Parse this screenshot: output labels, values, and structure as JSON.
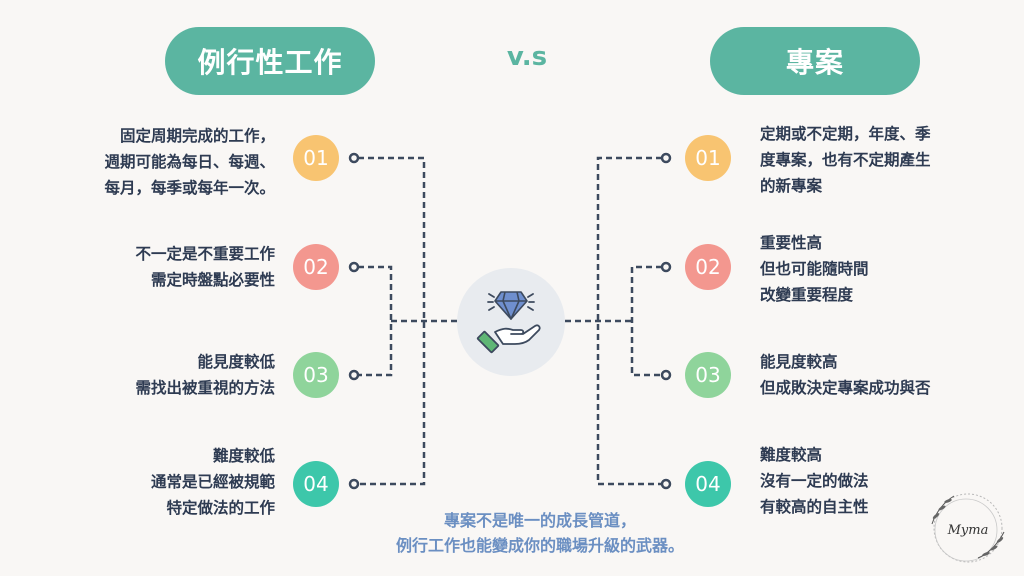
{
  "header": {
    "left_title": "例行性工作",
    "vs_label": "v.s",
    "right_title": "專案"
  },
  "colors": {
    "title_pill": "#5bb5a1",
    "text": "#2e3b52",
    "footer_text": "#6b8fc2",
    "connector": "#3d4a5e",
    "badge_01": "#f8c471",
    "badge_02": "#f3978f",
    "badge_03": "#8fd49b",
    "badge_04": "#3dc7aa"
  },
  "left_items": [
    {
      "badge": "01",
      "lines": [
        "固定周期完成的工作，",
        "週期可能為每日、每週、",
        "每月，每季或每年一次。"
      ]
    },
    {
      "badge": "02",
      "lines": [
        "不一定是不重要工作",
        "需定時盤點必要性"
      ]
    },
    {
      "badge": "03",
      "lines": [
        "能見度較低",
        "需找出被重視的方法"
      ]
    },
    {
      "badge": "04",
      "lines": [
        "難度較低",
        "通常是已經被規範",
        "特定做法的工作"
      ]
    }
  ],
  "right_items": [
    {
      "badge": "01",
      "lines": [
        "定期或不定期，年度、季",
        "度專案，也有不定期產生",
        "的新專案"
      ]
    },
    {
      "badge": "02",
      "lines": [
        "重要性高",
        "但也可能隨時間",
        "改變重要程度"
      ]
    },
    {
      "badge": "03",
      "lines": [
        "能見度較高",
        "但成敗決定專案成功與否"
      ]
    },
    {
      "badge": "04",
      "lines": [
        "難度較高",
        "沒有一定的做法",
        "有較高的自主性"
      ]
    }
  ],
  "center_icon": "diamond-in-hand-icon",
  "footer": {
    "lines": [
      "專案不是唯一的成長管道，",
      "例行工作也能變成你的職場升級的武器。"
    ]
  },
  "logo": {
    "text": "Myma",
    "icon": "laurel-wreath-logo"
  }
}
